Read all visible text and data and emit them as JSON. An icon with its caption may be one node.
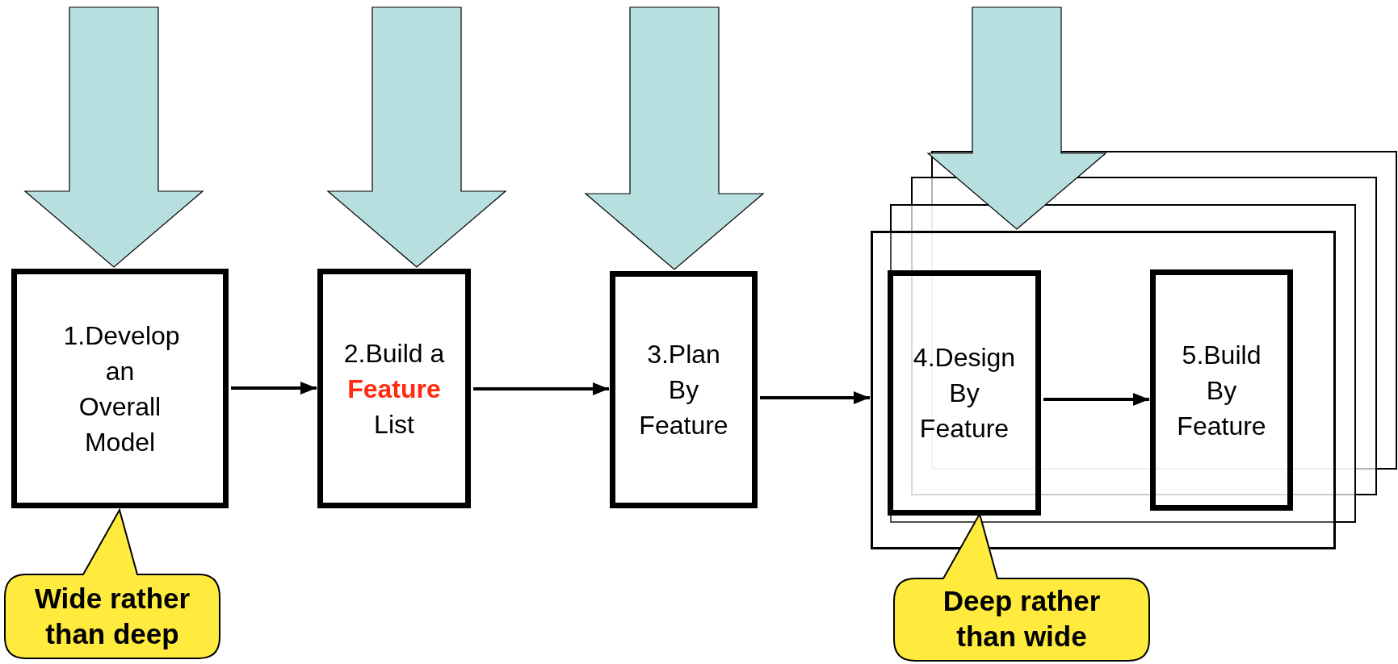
{
  "diagram": {
    "nodes": [
      {
        "text": [
          "1.Develop an Overall Model"
        ]
      },
      {
        "text": [
          "2.Build a **Feature** List"
        ]
      },
      {
        "text": [
          "3.Plan By Feature"
        ]
      },
      {
        "text": [],
        "shape": "box"
      },
      {
        "text": [
          "4.Design By Feature"
        ],
        "in": 3
      },
      {
        "text": [
          "5.Build By Feature"
        ],
        "in": 3
      },
      {
        "text": [
          "Wide rather than deep"
        ]
      },
      {
        "text": [
          "Deep rather than wide"
        ]
      }
    ],
    "edges": [
      {
        "from": null,
        "to": 0,
        "arrow": "to"
      },
      {
        "from": null,
        "to": 1,
        "arrow": "to"
      },
      {
        "from": null,
        "to": 2,
        "arrow": "to"
      },
      {
        "from": null,
        "to": 3,
        "arrow": "to"
      },
      {
        "from": 0,
        "to": 1,
        "arrow": "to"
      },
      {
        "from": 1,
        "to": 2,
        "arrow": "to"
      },
      {
        "from": 2,
        "to": 3,
        "arrow": "to"
      },
      {
        "from": 4,
        "to": 5,
        "arrow": "to"
      }
    ]
  }
}
